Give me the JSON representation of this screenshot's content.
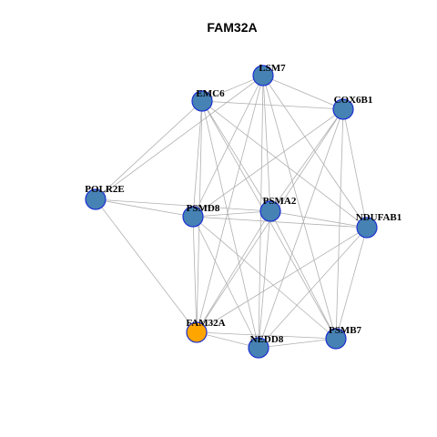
{
  "title": "FAM32A",
  "colors": {
    "node_fill": "#4682b4",
    "focus_fill": "#ffa500",
    "node_stroke": "#1c2fd0",
    "edge": "#b0b0b0"
  },
  "nodes": [
    {
      "id": "LSM7",
      "label": "LSM7",
      "focus": false
    },
    {
      "id": "EMC6",
      "label": "EMC6",
      "focus": false
    },
    {
      "id": "COX6B1",
      "label": "COX6B1",
      "focus": false
    },
    {
      "id": "POLR2E",
      "label": "POLR2E",
      "focus": false
    },
    {
      "id": "PSMD8",
      "label": "PSMD8",
      "focus": false
    },
    {
      "id": "PSMA2",
      "label": "PSMA2",
      "focus": false
    },
    {
      "id": "NDUFAB1",
      "label": "NDUFAB1",
      "focus": false
    },
    {
      "id": "FAM32A",
      "label": "FAM32A",
      "focus": true
    },
    {
      "id": "NEDD8",
      "label": "NEDD8",
      "focus": false
    },
    {
      "id": "PSMB7",
      "label": "PSMB7",
      "focus": false
    }
  ],
  "edges": [
    [
      "LSM7",
      "EMC6"
    ],
    [
      "LSM7",
      "COX6B1"
    ],
    [
      "LSM7",
      "POLR2E"
    ],
    [
      "LSM7",
      "PSMD8"
    ],
    [
      "LSM7",
      "PSMA2"
    ],
    [
      "LSM7",
      "NDUFAB1"
    ],
    [
      "LSM7",
      "FAM32A"
    ],
    [
      "LSM7",
      "NEDD8"
    ],
    [
      "LSM7",
      "PSMB7"
    ],
    [
      "EMC6",
      "COX6B1"
    ],
    [
      "EMC6",
      "POLR2E"
    ],
    [
      "EMC6",
      "PSMD8"
    ],
    [
      "EMC6",
      "PSMA2"
    ],
    [
      "EMC6",
      "NDUFAB1"
    ],
    [
      "EMC6",
      "FAM32A"
    ],
    [
      "EMC6",
      "NEDD8"
    ],
    [
      "EMC6",
      "PSMB7"
    ],
    [
      "COX6B1",
      "PSMD8"
    ],
    [
      "COX6B1",
      "PSMA2"
    ],
    [
      "COX6B1",
      "NDUFAB1"
    ],
    [
      "COX6B1",
      "FAM32A"
    ],
    [
      "COX6B1",
      "NEDD8"
    ],
    [
      "COX6B1",
      "PSMB7"
    ],
    [
      "POLR2E",
      "PSMD8"
    ],
    [
      "POLR2E",
      "PSMA2"
    ],
    [
      "POLR2E",
      "FAM32A"
    ],
    [
      "PSMD8",
      "PSMA2"
    ],
    [
      "PSMD8",
      "NDUFAB1"
    ],
    [
      "PSMD8",
      "FAM32A"
    ],
    [
      "PSMD8",
      "NEDD8"
    ],
    [
      "PSMD8",
      "PSMB7"
    ],
    [
      "PSMA2",
      "NDUFAB1"
    ],
    [
      "PSMA2",
      "FAM32A"
    ],
    [
      "PSMA2",
      "NEDD8"
    ],
    [
      "PSMA2",
      "PSMB7"
    ],
    [
      "NDUFAB1",
      "FAM32A"
    ],
    [
      "NDUFAB1",
      "NEDD8"
    ],
    [
      "NDUFAB1",
      "PSMB7"
    ],
    [
      "FAM32A",
      "NEDD8"
    ],
    [
      "FAM32A",
      "PSMB7"
    ],
    [
      "NEDD8",
      "PSMB7"
    ]
  ]
}
